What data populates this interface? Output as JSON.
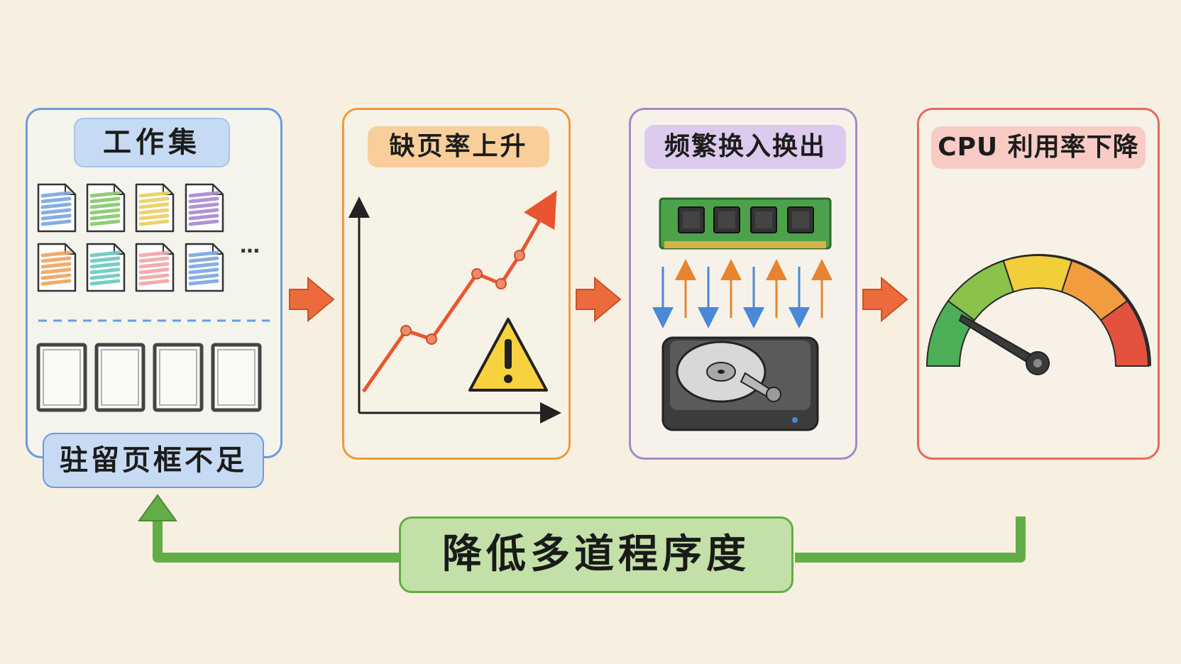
{
  "stages": [
    {
      "title": "工作集",
      "footer": "驻留页框不足",
      "color": "#6b9be0"
    },
    {
      "title": "缺页率上升",
      "color": "#ef9a3e"
    },
    {
      "title": "频繁换入换出",
      "color": "#a688cc"
    },
    {
      "title": "CPU 利用率下降",
      "color": "#e8695a"
    }
  ],
  "working_set": {
    "page_colors": [
      "#7aa6e0",
      "#86c86a",
      "#e8d060",
      "#a888d2",
      "#f0a45a",
      "#6ac8c0",
      "#f2a4a4",
      "#7aa6e0"
    ],
    "more": "…"
  },
  "feedback": {
    "label": "降低多道程序度",
    "color": "#63ad48"
  },
  "icons": {
    "flow_arrow": "right-arrow-icon",
    "warning": "warning-icon",
    "memory": "ram-module-icon",
    "disk": "hard-disk-icon",
    "gauge": "speedometer-gauge-icon"
  },
  "accent_colors": {
    "flow_arrow": "#ec6a3c",
    "line": "#e8552f",
    "swap_in": "#e8842e",
    "swap_out": "#4a88d8"
  }
}
